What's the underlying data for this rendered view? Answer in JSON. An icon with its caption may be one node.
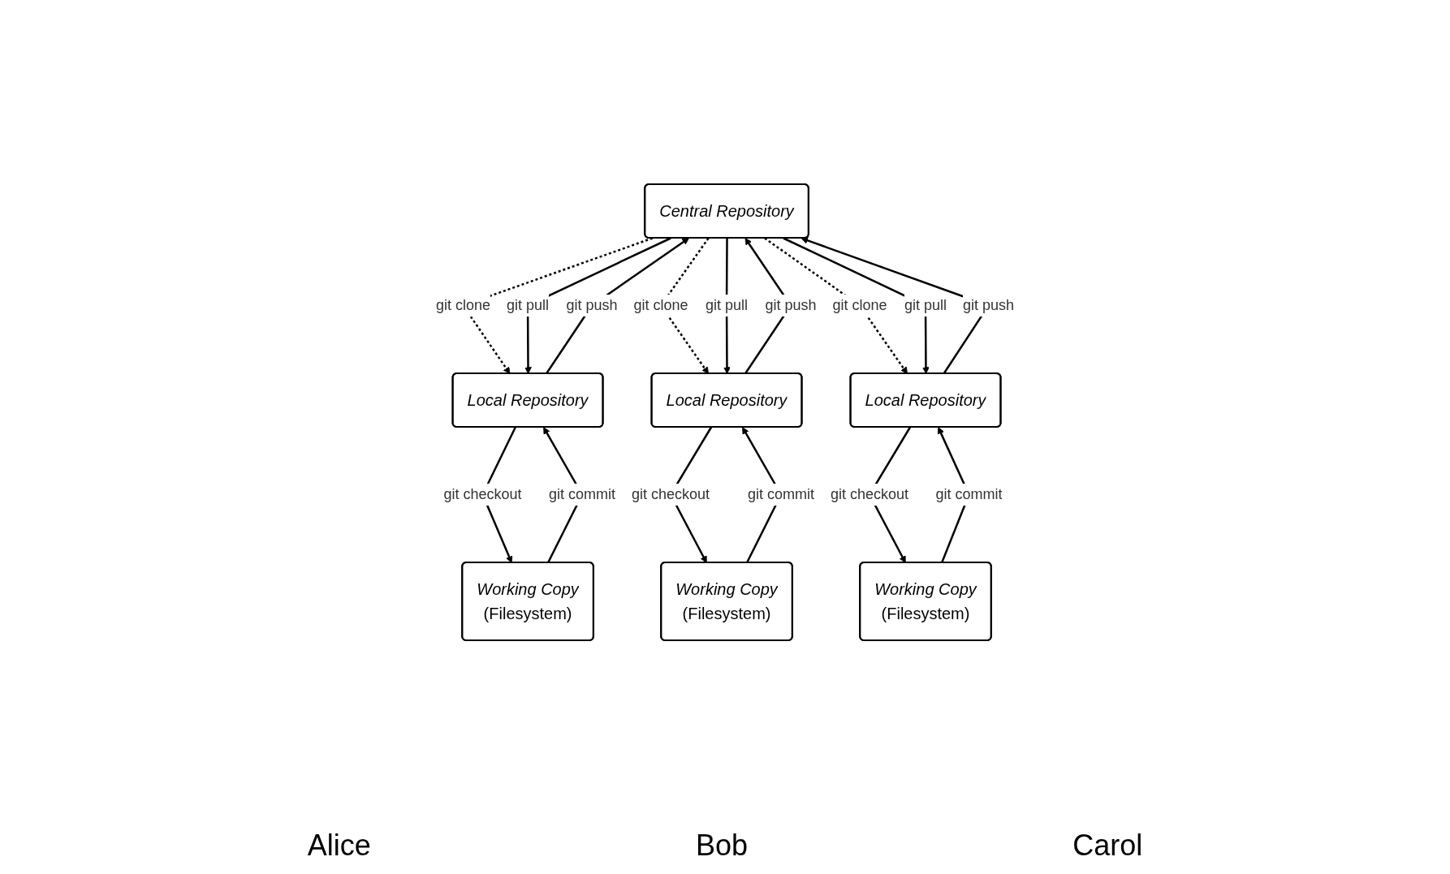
{
  "diagram": {
    "nodes": [
      {
        "text": [
          "Central Repository"
        ]
      },
      {
        "text": [
          "Local Repository"
        ]
      },
      {
        "text": [
          "Local Repository"
        ]
      },
      {
        "text": [
          "Local Repository"
        ]
      },
      {
        "text": [
          "Working Copy",
          "(Filesystem)"
        ]
      },
      {
        "text": [
          "Working Copy",
          "(Filesystem)"
        ]
      },
      {
        "text": [
          "Working Copy",
          "(Filesystem)"
        ]
      }
    ],
    "edges": [
      {
        "from": 0,
        "to": 1,
        "arrow": "to",
        "label": "git clone",
        "style": "dashed"
      },
      {
        "from": 0,
        "to": 1,
        "arrow": "to",
        "label": "git pull"
      },
      {
        "from": 1,
        "to": 0,
        "arrow": "to",
        "label": "git push"
      },
      {
        "from": 0,
        "to": 2,
        "arrow": "to",
        "label": "git clone",
        "style": "dashed"
      },
      {
        "from": 0,
        "to": 2,
        "arrow": "to",
        "label": "git pull"
      },
      {
        "from": 2,
        "to": 0,
        "arrow": "to",
        "label": "git push"
      },
      {
        "from": 0,
        "to": 3,
        "arrow": "to",
        "label": "git clone",
        "style": "dashed"
      },
      {
        "from": 0,
        "to": 3,
        "arrow": "to",
        "label": "git pull"
      },
      {
        "from": 3,
        "to": 0,
        "arrow": "to",
        "label": "git push"
      },
      {
        "from": 1,
        "to": 4,
        "arrow": "to",
        "label": "git checkout"
      },
      {
        "from": 4,
        "to": 1,
        "arrow": "to",
        "label": "git commit"
      },
      {
        "from": 2,
        "to": 5,
        "arrow": "to",
        "label": "git checkout"
      },
      {
        "from": 5,
        "to": 2,
        "arrow": "to",
        "label": "git commit"
      },
      {
        "from": 3,
        "to": 6,
        "arrow": "to",
        "label": "git checkout"
      },
      {
        "from": 6,
        "to": 3,
        "arrow": "to",
        "label": "git commit"
      }
    ],
    "labels": [
      "Alice",
      "Bob",
      "Carol"
    ]
  }
}
